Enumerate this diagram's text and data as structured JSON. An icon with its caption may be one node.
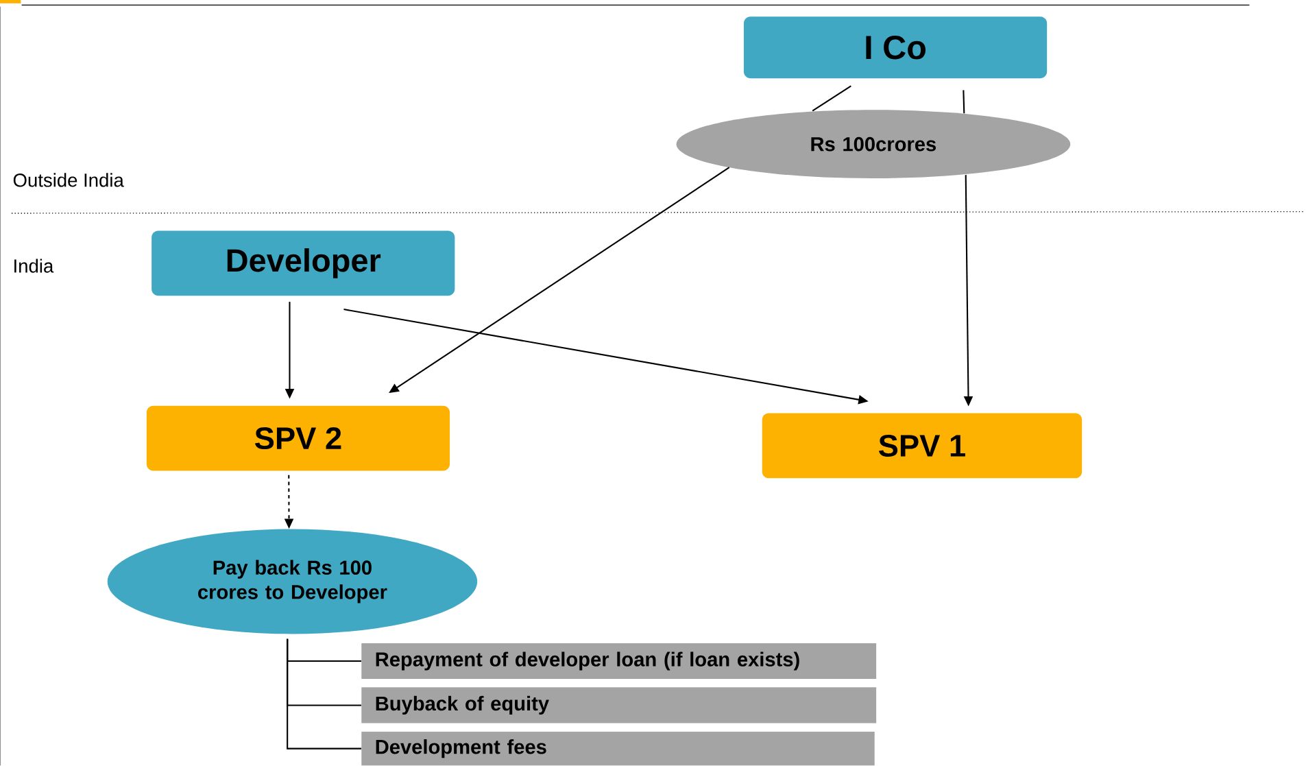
{
  "diagram": {
    "nodes": [
      {
        "text": [
          "I Co"
        ]
      },
      {
        "text": [
          "Rs 100crores"
        ]
      },
      {
        "text": [
          "Developer"
        ]
      },
      {
        "text": [
          "SPV 2"
        ]
      },
      {
        "text": [
          "SPV 1"
        ]
      },
      {
        "text": [
          "Pay back Rs 100 crores to Developer"
        ]
      },
      {
        "text": [
          "Repayment of developer loan (if loan exists)"
        ]
      },
      {
        "text": [
          "Buyback of equity"
        ]
      },
      {
        "text": [
          "Development fees"
        ]
      }
    ],
    "edges": [
      {
        "from": 0,
        "to": 1,
        "arrow": "none"
      },
      {
        "from": 1,
        "to": 3,
        "arrow": "to"
      },
      {
        "from": 0,
        "to": 1,
        "arrow": "none"
      },
      {
        "from": 1,
        "to": 4,
        "arrow": "to"
      },
      {
        "from": 2,
        "to": 3,
        "arrow": "to"
      },
      {
        "from": 2,
        "to": 4,
        "arrow": "to"
      },
      {
        "from": 3,
        "to": 5,
        "arrow": "to",
        "style": "dashed"
      },
      {
        "from": 5,
        "to": 6,
        "arrow": "none"
      },
      {
        "from": 5,
        "to": 7,
        "arrow": "none"
      },
      {
        "from": 5,
        "to": 8,
        "arrow": "none"
      }
    ],
    "labels": [
      "Outside India",
      "India"
    ]
  }
}
